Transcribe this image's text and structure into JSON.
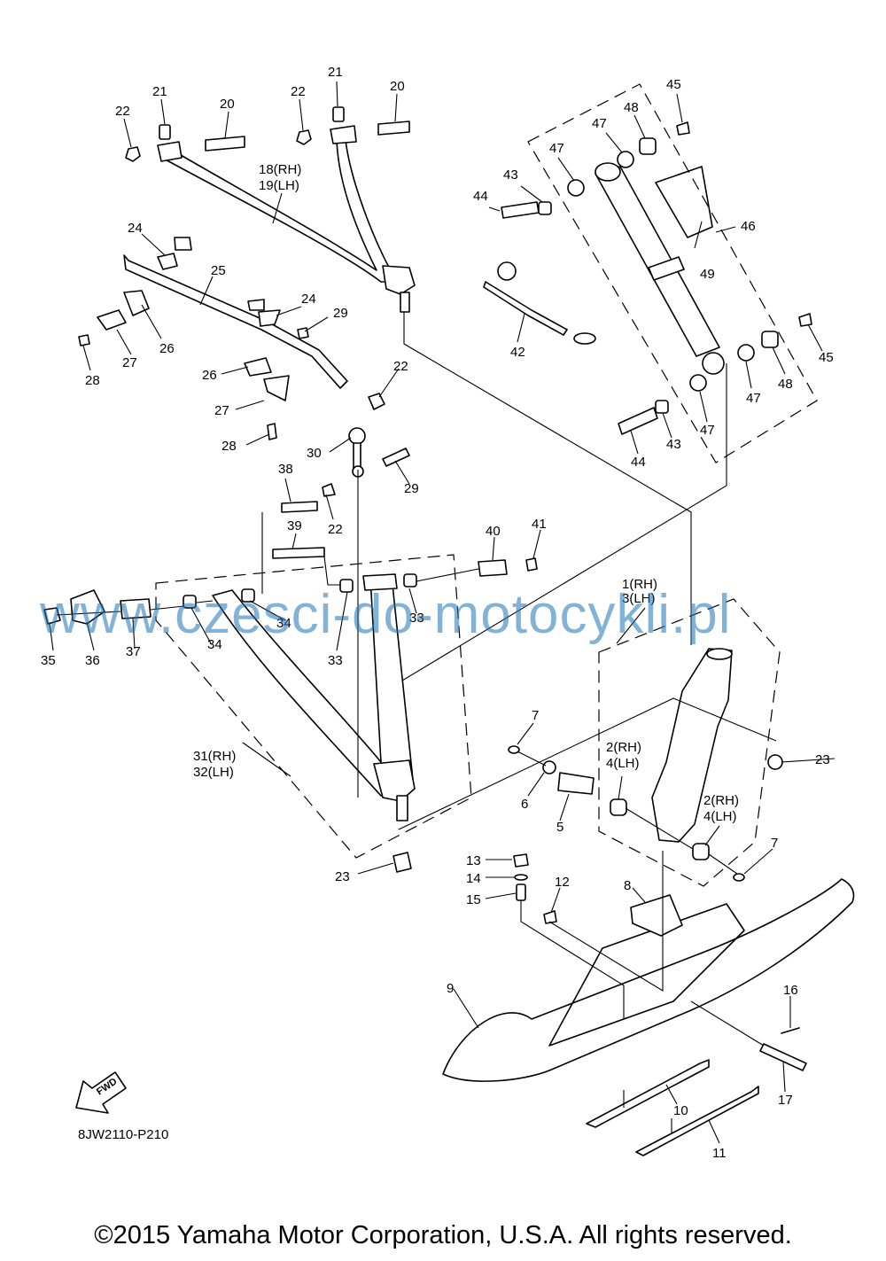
{
  "labels": {
    "p20a": "20",
    "p20b": "20",
    "p21a": "21",
    "p21b": "21",
    "p22a": "22",
    "p22b": "22",
    "p22c": "22",
    "p22d": "22",
    "p18": "18(RH)",
    "p19": "19(LH)",
    "p24a": "24",
    "p24b": "24",
    "p25": "25",
    "p26a": "26",
    "p26b": "26",
    "p27a": "27",
    "p27b": "27",
    "p28a": "28",
    "p28b": "28",
    "p29a": "29",
    "p29b": "29",
    "p30": "30",
    "p38": "38",
    "p39": "39",
    "p40": "40",
    "p41": "41",
    "p33a": "33",
    "p33b": "33",
    "p34a": "34",
    "p34b": "34",
    "p35": "35",
    "p36": "36",
    "p37": "37",
    "p31": "31(RH)",
    "p32": "32(LH)",
    "p23a": "23",
    "p23b": "23",
    "p45a": "45",
    "p45b": "45",
    "p47a": "47",
    "p47b": "47",
    "p47c": "47",
    "p47d": "47",
    "p48a": "48",
    "p48b": "48",
    "p43a": "43",
    "p43b": "43",
    "p44a": "44",
    "p44b": "44",
    "p46": "46",
    "p49": "49",
    "p42": "42",
    "p1": "1(RH)",
    "p3": "3(LH)",
    "p2a": "2(RH)",
    "p4a": "4(LH)",
    "p2b": "2(RH)",
    "p4b": "4(LH)",
    "p5": "5",
    "p6": "6",
    "p7a": "7",
    "p7b": "7",
    "p8": "8",
    "p9": "9",
    "p10": "10",
    "p11": "11",
    "p12": "12",
    "p13": "13",
    "p14": "14",
    "p15": "15",
    "p16": "16",
    "p17": "17"
  },
  "fwd_label": "FWD",
  "diagram_code": "8JW2110-P210",
  "watermark": "www.czesci-do-motocykli.pl",
  "copyright": "©2015 Yamaha Motor Corporation, U.S.A. All rights reserved."
}
